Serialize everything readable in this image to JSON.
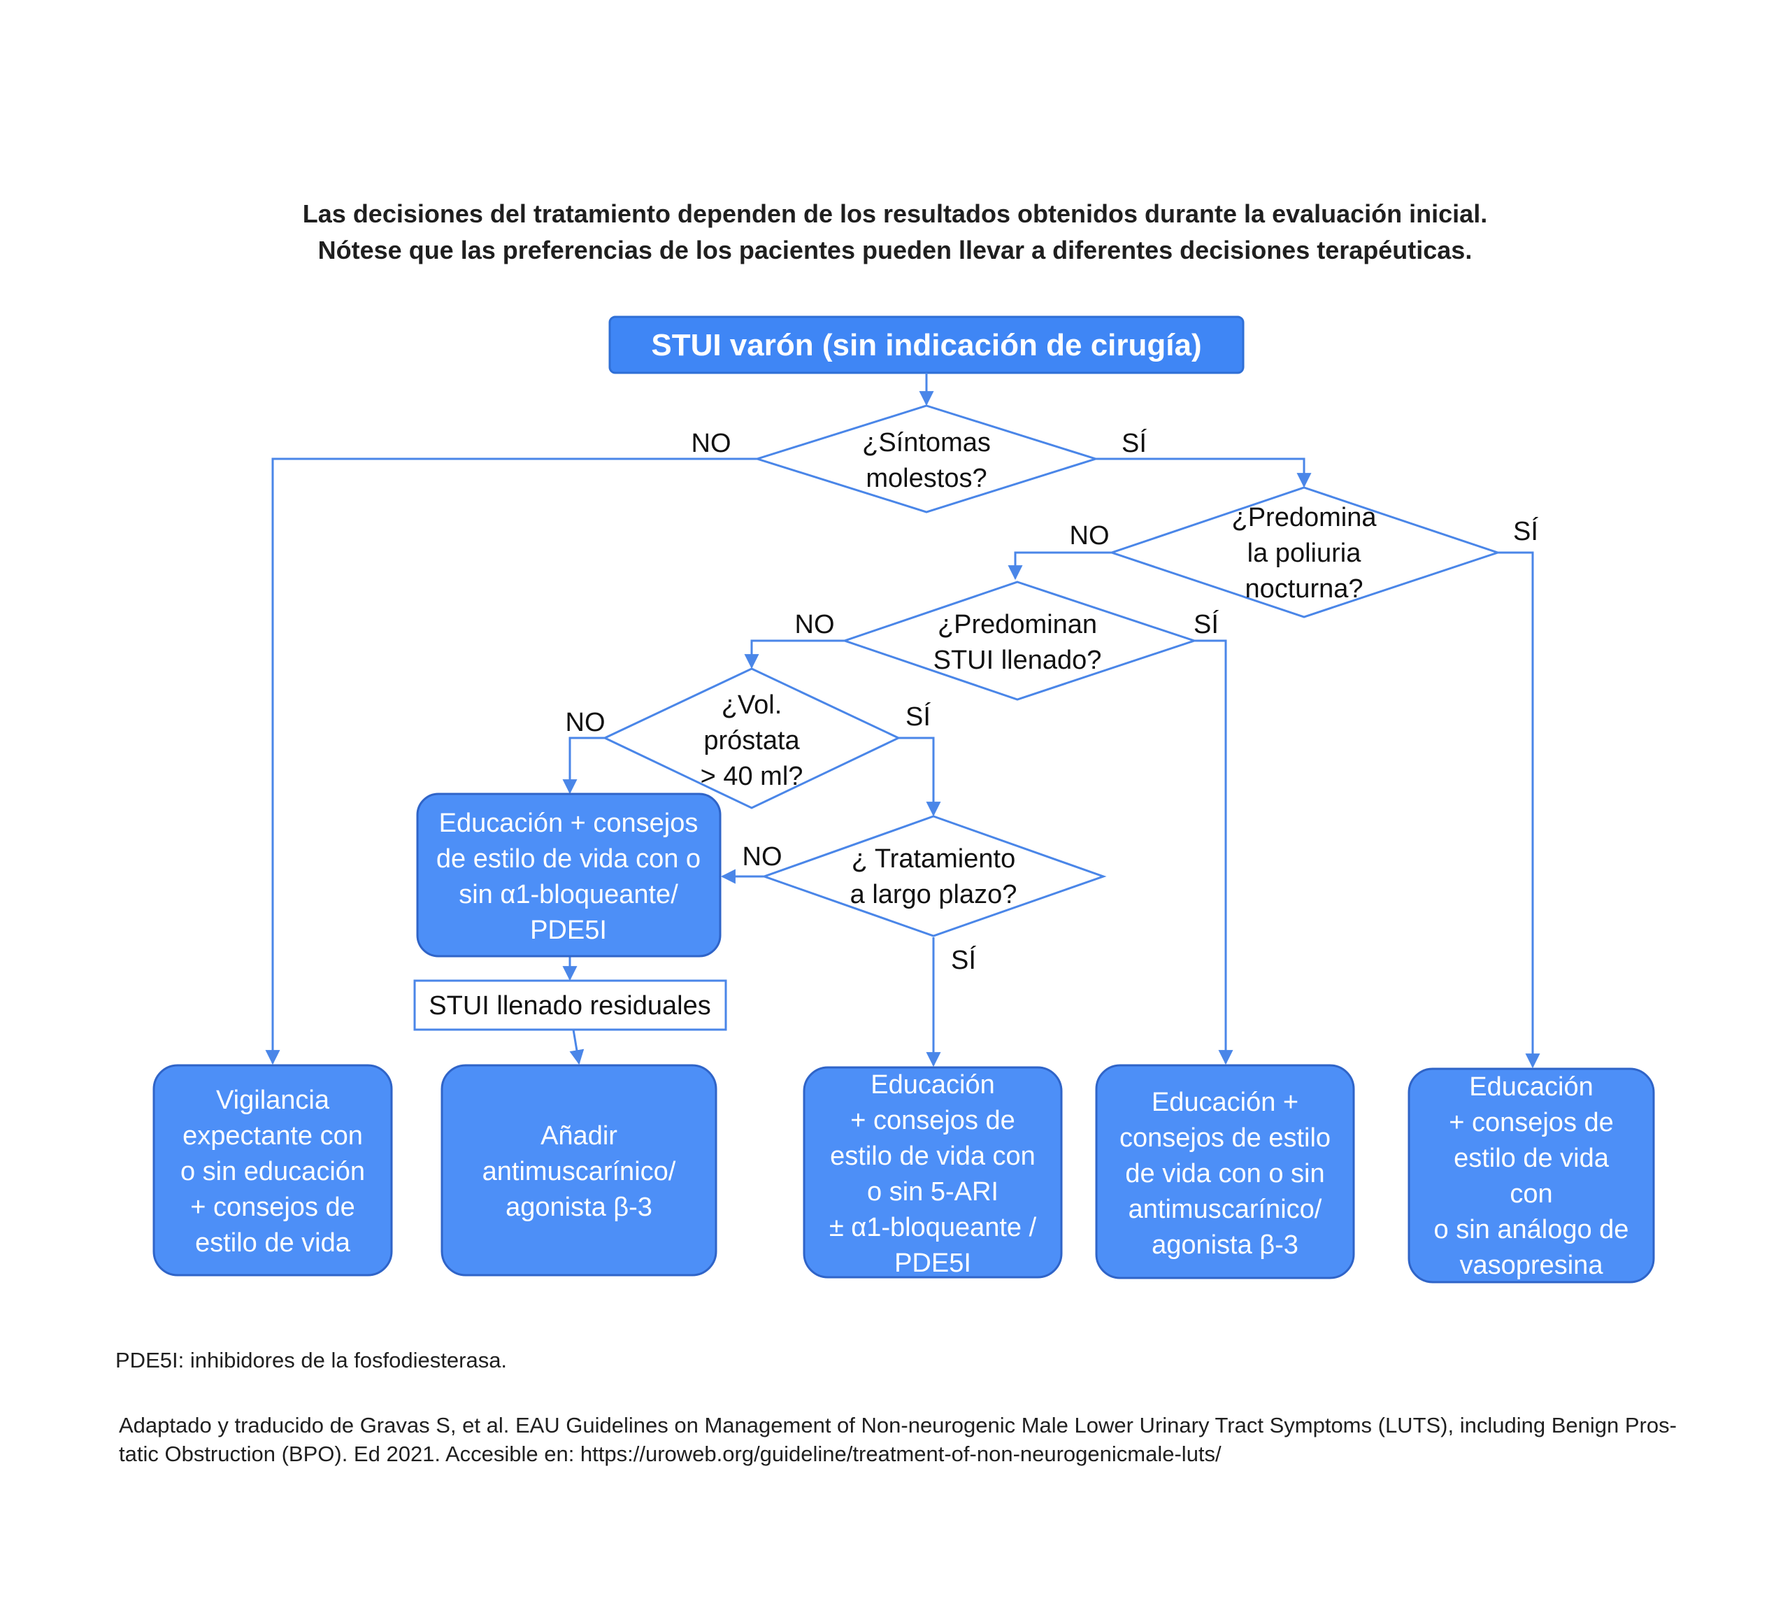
{
  "intro": {
    "line1": "Las decisiones del tratamiento dependen de los resultados obtenidos durante la evaluación inicial.",
    "line2": "Nótese que las preferencias de los pacientes pueden llevar a diferentes decisiones terapéuticas."
  },
  "top": {
    "label": "STUI varón (sin indicación de cirugía)"
  },
  "questions": {
    "q1": [
      "¿Síntomas",
      "molestos?"
    ],
    "q2": [
      "¿Predomina",
      "la poliuria",
      "nocturna?"
    ],
    "q3": [
      "¿Predominan",
      "STUI llenado?"
    ],
    "q4": [
      "¿Vol.",
      "próstata",
      "> 40 ml?"
    ],
    "q5": [
      "¿ Tratamiento",
      "a largo plazo?"
    ]
  },
  "edges": {
    "no": "NO",
    "si": "SÍ"
  },
  "boxes": {
    "alpha_box": [
      "Educación + consejos",
      "de estilo de vida con o",
      "sin α1-bloqueante/",
      "PDE5I"
    ],
    "residual": "STUI llenado residuales",
    "vigilancia": [
      "Vigilancia",
      "expectante con",
      "o sin educación",
      "+ consejos de",
      "estilo de vida"
    ],
    "anadir": [
      "Añadir",
      "antimuscarínico/",
      "agonista β-3"
    ],
    "ari": [
      "Educación",
      "+ consejos de",
      "estilo de vida con",
      "o sin 5-ARI",
      "± α1-bloqueante /",
      "PDE5I"
    ],
    "antimus": [
      "Educación +",
      "consejos de estilo",
      "de vida con o sin",
      "antimuscarínico/",
      "agonista β-3"
    ],
    "vaso": [
      "Educación",
      "+ consejos de",
      "estilo de vida",
      "con",
      "o sin análogo de",
      "vasopresina"
    ]
  },
  "notes": {
    "abbrev": "PDE5I: inhibidores de la fosfodiesterasa.",
    "source1": "Adaptado y traducido de Gravas S, et al. EAU Guidelines on Management of Non-neurogenic Male Lower Urinary Tract Symptoms (LUTS), including Benign Pros-",
    "source2": "tatic Obstruction (BPO). Ed 2021. Accesible en: https://uroweb.org/guideline/treatment-of-non-neurogenicmale-luts/"
  }
}
